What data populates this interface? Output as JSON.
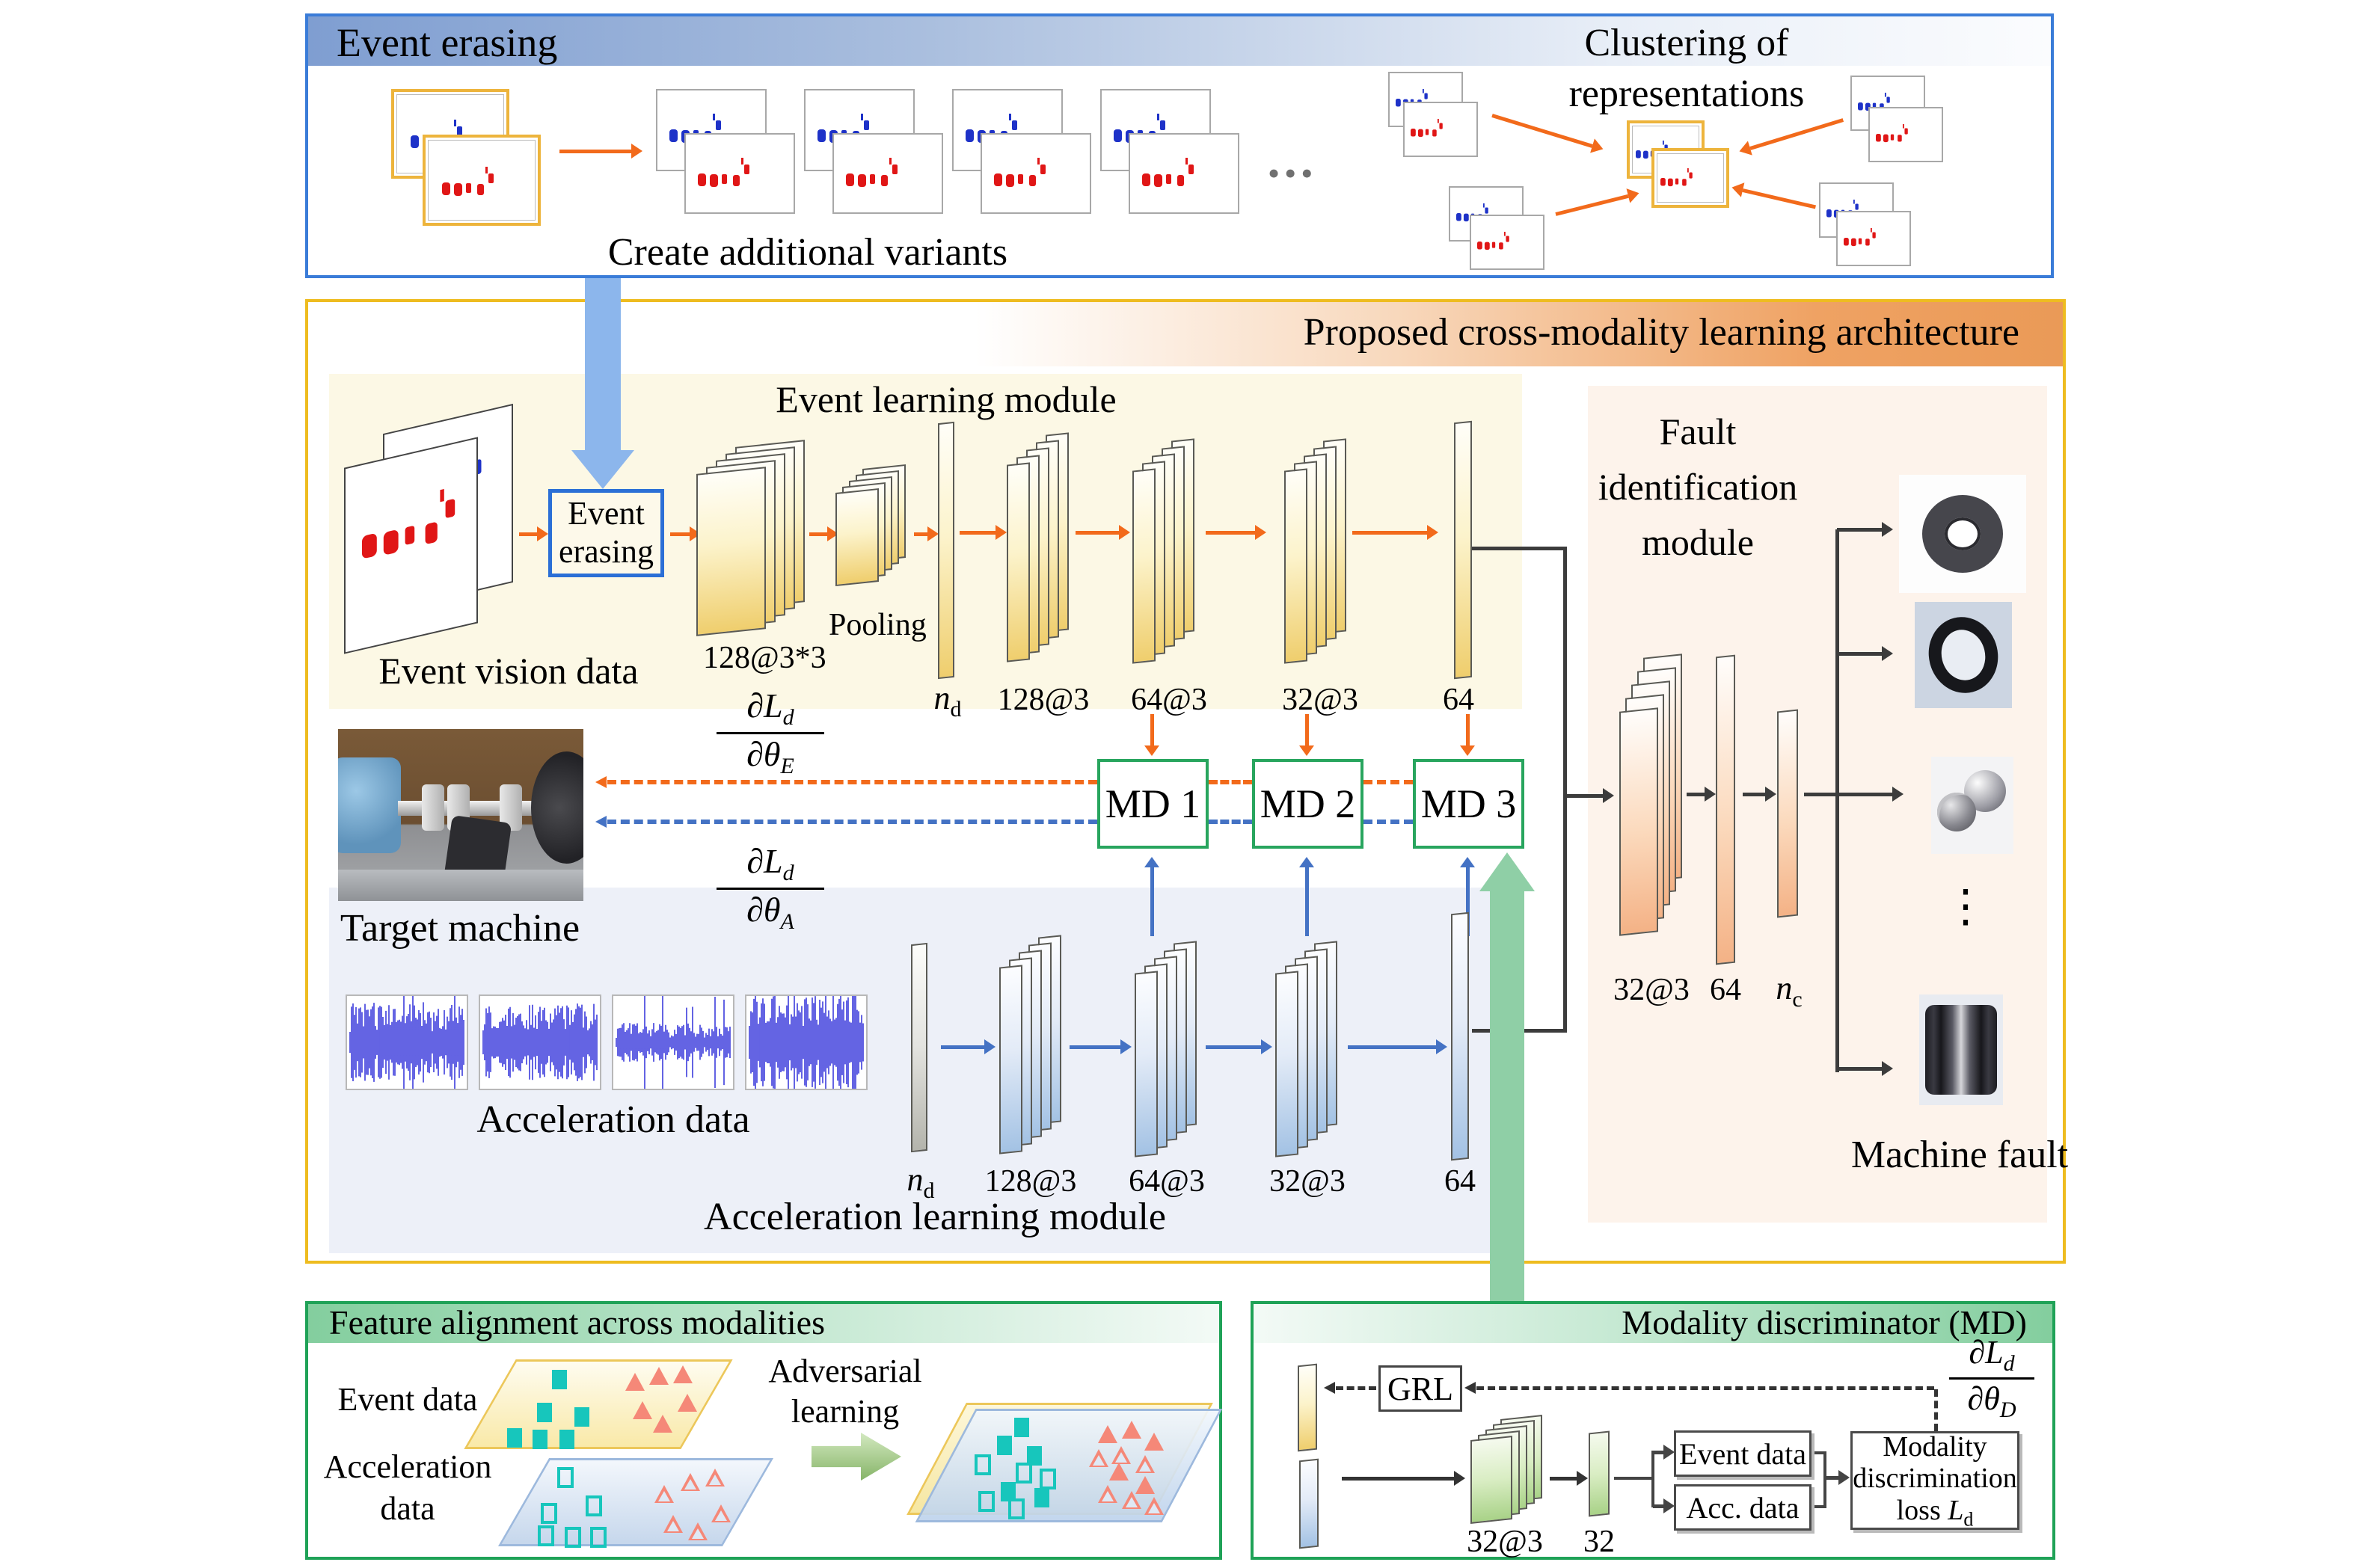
{
  "colors": {
    "top_border": "#3a7cd8",
    "arch_border": "#eebc20",
    "green_border": "#1fa257",
    "orange": "#f26a1b",
    "blue": "#4472c4",
    "md_green": "#28a55e",
    "event_panel": "#fcf8e5",
    "accel_panel": "#edf0f8",
    "fault_panel": "#fdf3eb",
    "big_blue_arrow": "#8cb6ec",
    "big_green_arrow": "#8fcfa6",
    "teal_marker": "#17c6bc",
    "salmon_marker": "#f58878"
  },
  "top_box": {
    "title": "Event erasing",
    "variants_caption": "Create additional variants",
    "ellipsis": "•••",
    "clustering_title_l1": "Clustering of",
    "clustering_title_l2": "representations"
  },
  "arch_box": {
    "title": "Proposed cross-modality learning architecture",
    "event_module": {
      "title": "Event learning module",
      "input_label": "Event vision data",
      "erase_l1": "Event",
      "erase_l2": "erasing",
      "l1": "128@3*3",
      "pooling": "Pooling",
      "nd": "n",
      "nd_sub": "d",
      "l2": "128@3",
      "l3": "64@3",
      "l4": "32@3",
      "l5": "64"
    },
    "grad_e": {
      "num": "∂L",
      "num_sub": "d",
      "den": "∂θ",
      "den_sub": "E"
    },
    "grad_a": {
      "num": "∂L",
      "num_sub": "d",
      "den": "∂θ",
      "den_sub": "A"
    },
    "md1": "MD 1",
    "md2": "MD 2",
    "md3": "MD 3",
    "target_machine_label": "Target machine",
    "accel_module": {
      "title": "Acceleration learning module",
      "input_label": "Acceleration data",
      "nd": "n",
      "nd_sub": "d",
      "l2": "128@3",
      "l3": "64@3",
      "l4": "32@3",
      "l5": "64"
    },
    "fault_module": {
      "t1": "Fault",
      "t2": "identification",
      "t3": "module",
      "l1": "32@3",
      "l2": "64",
      "nc": "n",
      "nc_sub": "c",
      "dots": "⋮",
      "output_label": "Machine fault"
    }
  },
  "feature_box": {
    "title": "Feature alignment across modalities",
    "event_label": "Event data",
    "accel_l1": "Acceleration",
    "accel_l2": "data",
    "adv_l1": "Adversarial",
    "adv_l2": "learning"
  },
  "md_box": {
    "title": "Modality discriminator (MD)",
    "grl": "GRL",
    "l1": "32@3",
    "l2": "32",
    "event_data": "Event data",
    "acc_data": "Acc. data",
    "loss_l1": "Modality",
    "loss_l2": "discrimination",
    "loss_l3": "loss",
    "loss_L": "L",
    "loss_L_sub": "d",
    "grad_d": {
      "num": "∂L",
      "num_sub": "d",
      "den": "∂θ",
      "den_sub": "D"
    }
  }
}
